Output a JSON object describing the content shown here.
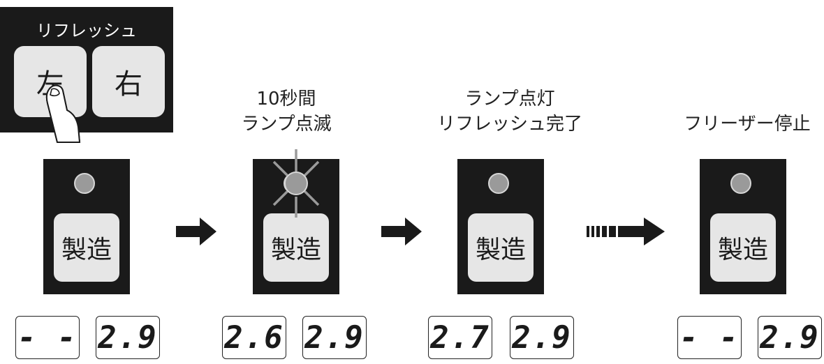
{
  "refresh": {
    "title": "リフレッシュ",
    "left_label": "左",
    "right_label": "右"
  },
  "captions": {
    "step2": [
      "10秒間",
      "ランプ点滅"
    ],
    "step3": [
      "ランプ点灯",
      "リフレッシュ完了"
    ],
    "step4": [
      "フリーザー停止"
    ]
  },
  "panels": [
    {
      "button": "製造",
      "lamp": "off"
    },
    {
      "button": "製造",
      "lamp": "blinking"
    },
    {
      "button": "製造",
      "lamp": "on"
    },
    {
      "button": "製造",
      "lamp": "off"
    }
  ],
  "displays": [
    {
      "left": "- -",
      "right": "2.9"
    },
    {
      "left": "2.6",
      "right": "2.9"
    },
    {
      "left": "2.7",
      "right": "2.9"
    },
    {
      "left": "- -",
      "right": "2.9"
    }
  ],
  "colors": {
    "panel": "#1a1a1a",
    "button": "#e6e6e6",
    "lamp": "#9a9a9a"
  },
  "icons": {
    "finger": "finger-press-icon",
    "arrow": "right-arrow-icon",
    "dashed_arrow": "dashed-right-arrow-icon",
    "rays": "blink-rays-icon"
  }
}
